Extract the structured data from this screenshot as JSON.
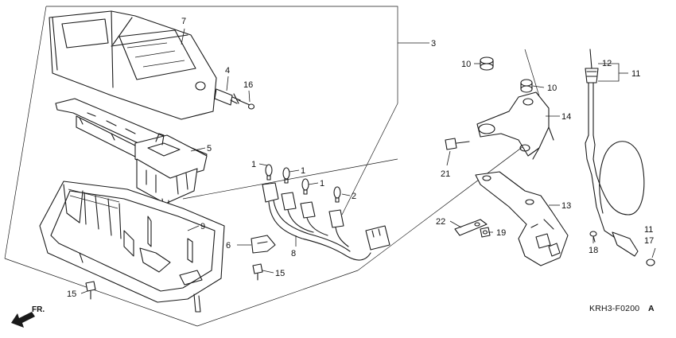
{
  "diagram": {
    "code_prefix": "KRH3-F0200",
    "code_suffix": "A",
    "front_label": "FR.",
    "callouts": [
      "7",
      "4",
      "16",
      "3",
      "10",
      "10",
      "12",
      "11",
      "14",
      "5",
      "1",
      "1",
      "1",
      "2",
      "21",
      "9",
      "13",
      "22",
      "19",
      "6",
      "8",
      "15",
      "15",
      "11",
      "17",
      "18"
    ]
  }
}
